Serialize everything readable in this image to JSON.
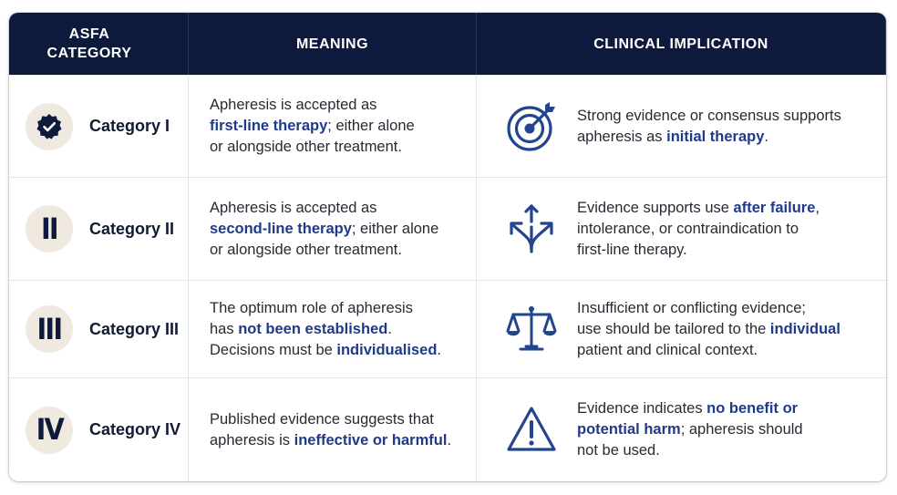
{
  "header": {
    "category_line1": "ASFA",
    "category_line2": "CATEGORY",
    "meaning": "MEANING",
    "implication": "CLINICAL IMPLICATION"
  },
  "rows": [
    {
      "badge": "",
      "badge_icon": "check-seal-icon",
      "name": "Category I",
      "meaning": {
        "l1": "Apheresis is accepted as",
        "l2_hl": "first-line therapy",
        "l2_rest": "; either alone",
        "l3": "or alongside other treatment."
      },
      "impl_icon": "target-arrow-icon",
      "implication": {
        "l1": "Strong evidence or consensus supports",
        "l2_pre": "apheresis as ",
        "l2_hl": "initial therapy",
        "l2_post": "."
      }
    },
    {
      "badge": "II",
      "name": "Category II",
      "meaning": {
        "l1": "Apheresis is accepted as",
        "l2_hl": "second-line therapy",
        "l2_rest": "; either alone",
        "l3": "or alongside other treatment."
      },
      "impl_icon": "branching-arrows-icon",
      "implication": {
        "l1_pre": "Evidence supports use ",
        "l1_hl": "after failure",
        "l1_post": ",",
        "l2": "intolerance, or contraindication to",
        "l3": "first-line therapy."
      }
    },
    {
      "badge": "III",
      "name": "Category III",
      "meaning": {
        "l1": "The optimum role of apheresis",
        "l2_pre": "has ",
        "l2_hl": "not been established",
        "l2_post": ".",
        "l3_pre": "Decisions must be ",
        "l3_hl": "individualised",
        "l3_post": "."
      },
      "impl_icon": "balance-scale-icon",
      "implication": {
        "l1": "Insufficient or conflicting evidence;",
        "l2_pre": "use should be tailored to the ",
        "l2_hl": "individual",
        "l3": "patient and clinical context."
      }
    },
    {
      "badge": "IV",
      "name": "Category IV",
      "meaning": {
        "l1": "Published evidence suggests that",
        "l2_pre": "apheresis is ",
        "l2_hl": "ineffective or harmful",
        "l2_post": "."
      },
      "impl_icon": "warning-triangle-icon",
      "implication": {
        "l1_pre": "Evidence indicates ",
        "l1_hl": "no benefit or",
        "l2_hl": "potential harm",
        "l2_post": "; apheresis should",
        "l3": "not be used."
      }
    }
  ],
  "colors": {
    "header_bg": "#0e1a3c",
    "highlight": "#1f3a8a",
    "icon_blue": "#23448f",
    "badge_bg": "#efe9e0"
  }
}
